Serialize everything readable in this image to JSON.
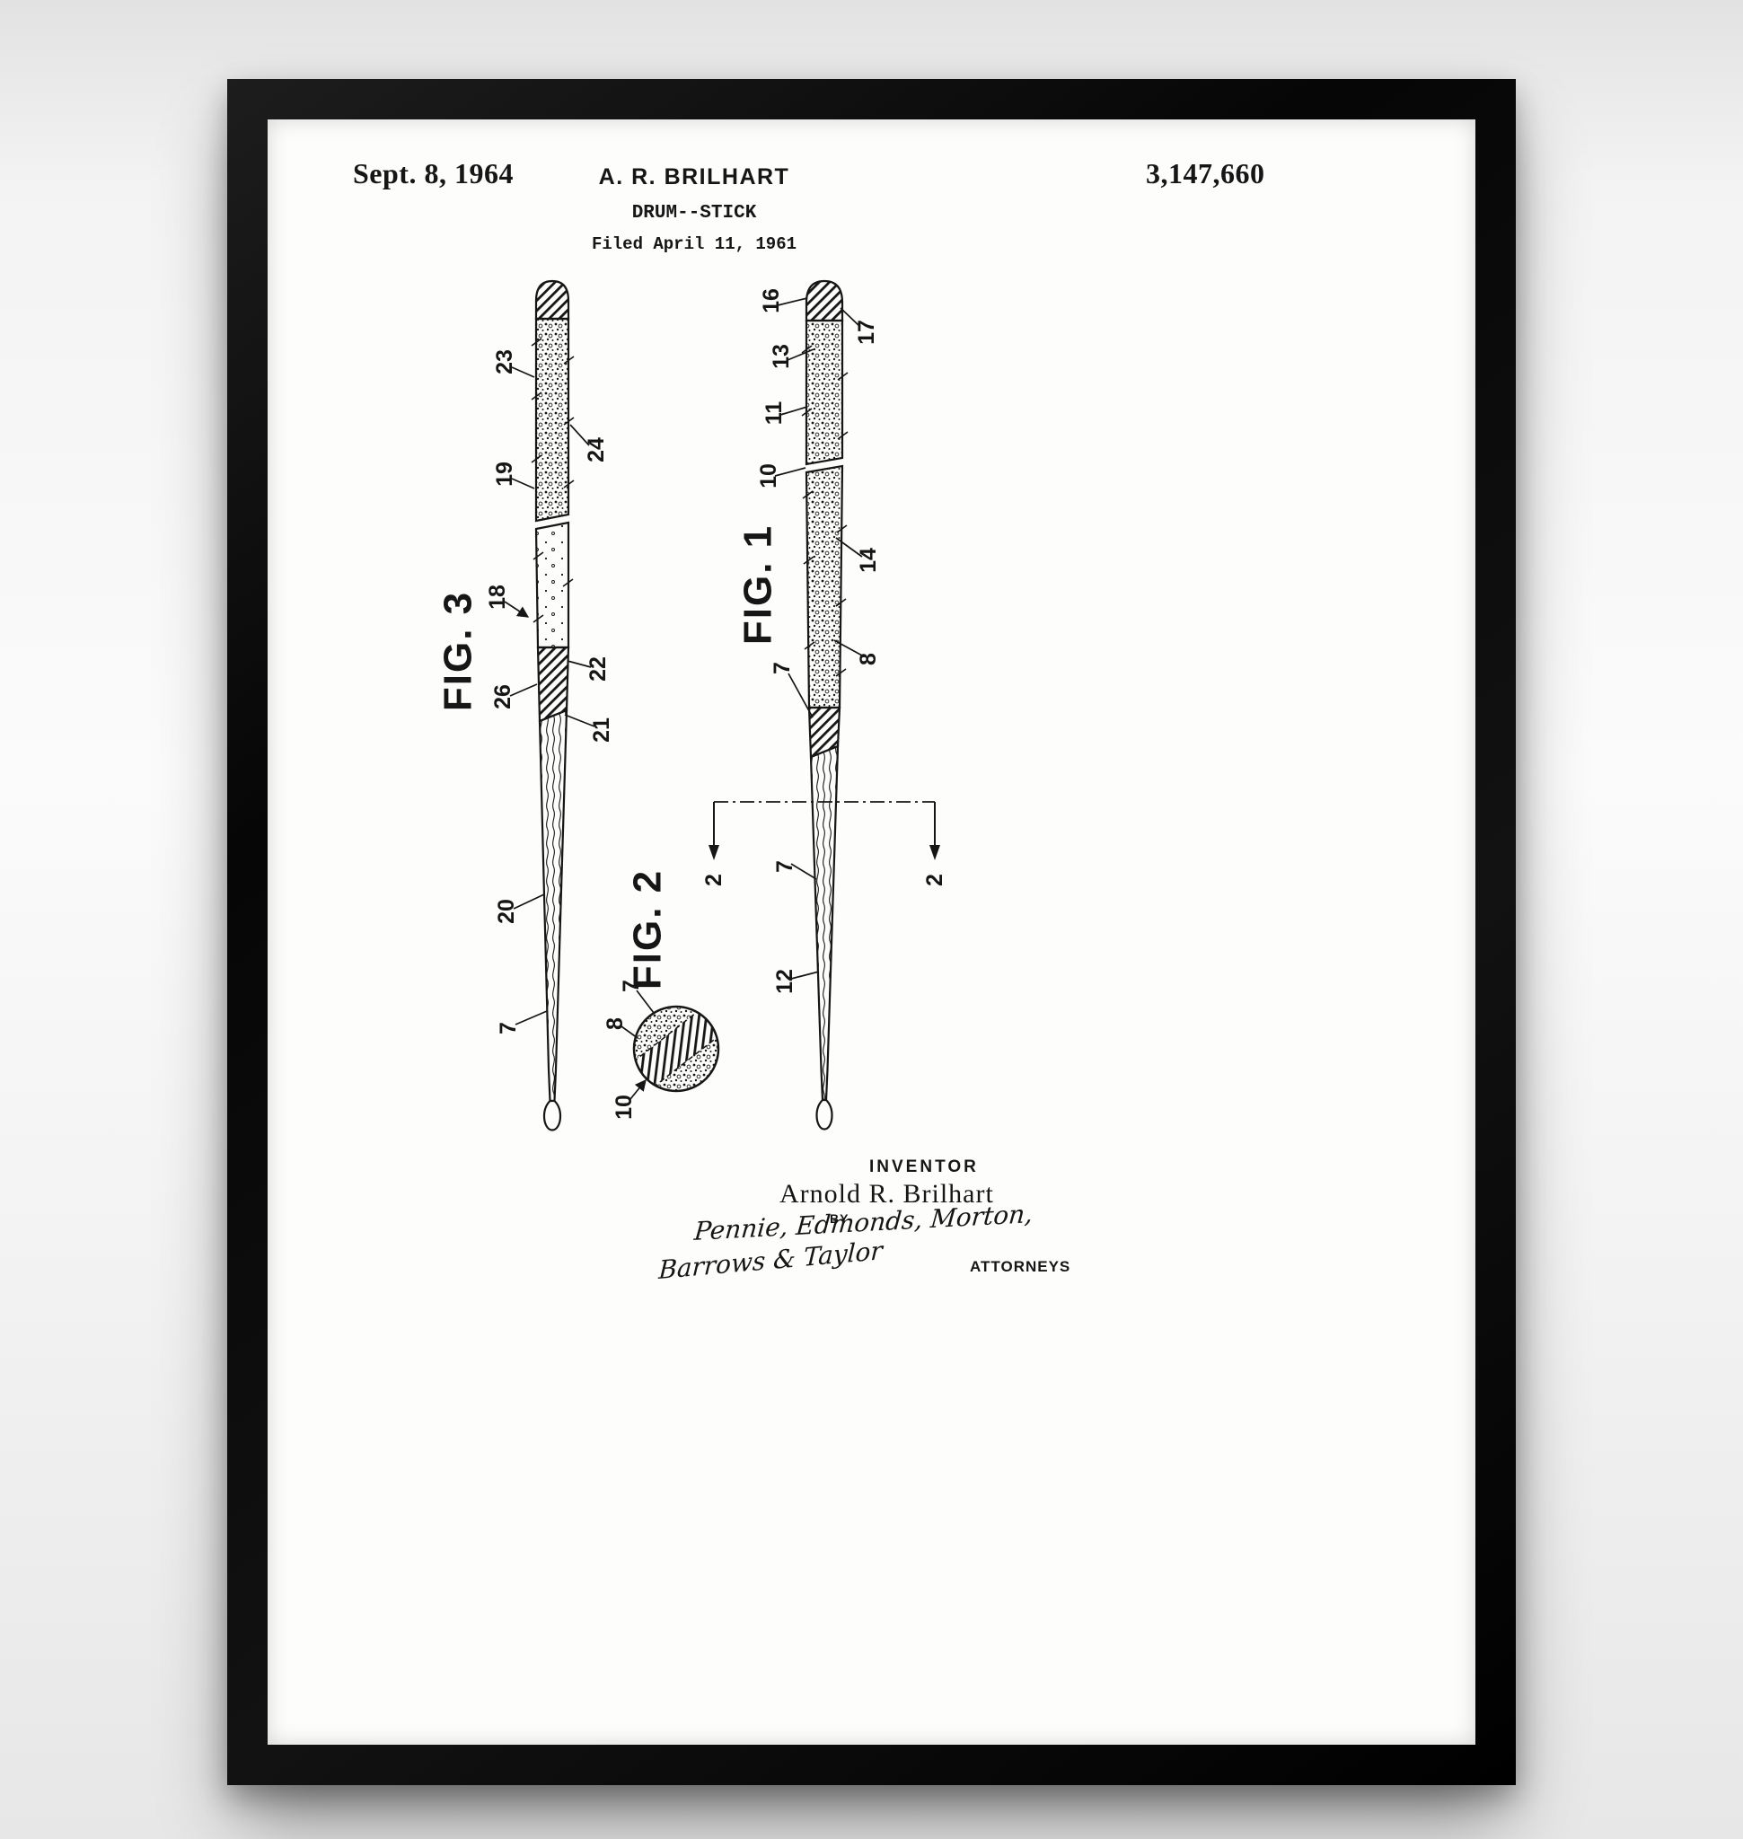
{
  "poster": {
    "colors": {
      "wall": "#efefef",
      "frame": "#0a0a0a",
      "paper": "#fdfdfc",
      "ink": "#161616"
    }
  },
  "patent": {
    "date": "Sept. 8, 1964",
    "inventor": "A. R. BRILHART",
    "number": "3,147,660",
    "title": "DRUM--STICK",
    "filed": "Filed April 11, 1961"
  },
  "figures": {
    "fig1": "FIG. 1",
    "fig2": "FIG. 2",
    "fig3": "FIG. 3"
  },
  "ref_labels": {
    "fig3": {
      "n23": "23",
      "n24": "24",
      "n19": "19",
      "n18": "18",
      "n26": "26",
      "n22": "22",
      "n21": "21",
      "n20": "20",
      "n7": "7"
    },
    "fig2": {
      "n7": "7",
      "n8": "8",
      "n10": "10"
    },
    "fig1": {
      "n16": "16",
      "n17": "17",
      "n13": "13",
      "n11": "11",
      "n10": "10",
      "n14": "14",
      "n8": "8",
      "n7": "7",
      "n2": "2",
      "n12": "12"
    }
  },
  "signature_block": {
    "caption": "INVENTOR",
    "inventor_name": "Arnold R. Brilhart",
    "by": "BY",
    "signature_line1": "Pennie, Edmonds, Morton,",
    "signature_line2": "Barrows & Taylor",
    "attorneys": "ATTORNEYS"
  }
}
